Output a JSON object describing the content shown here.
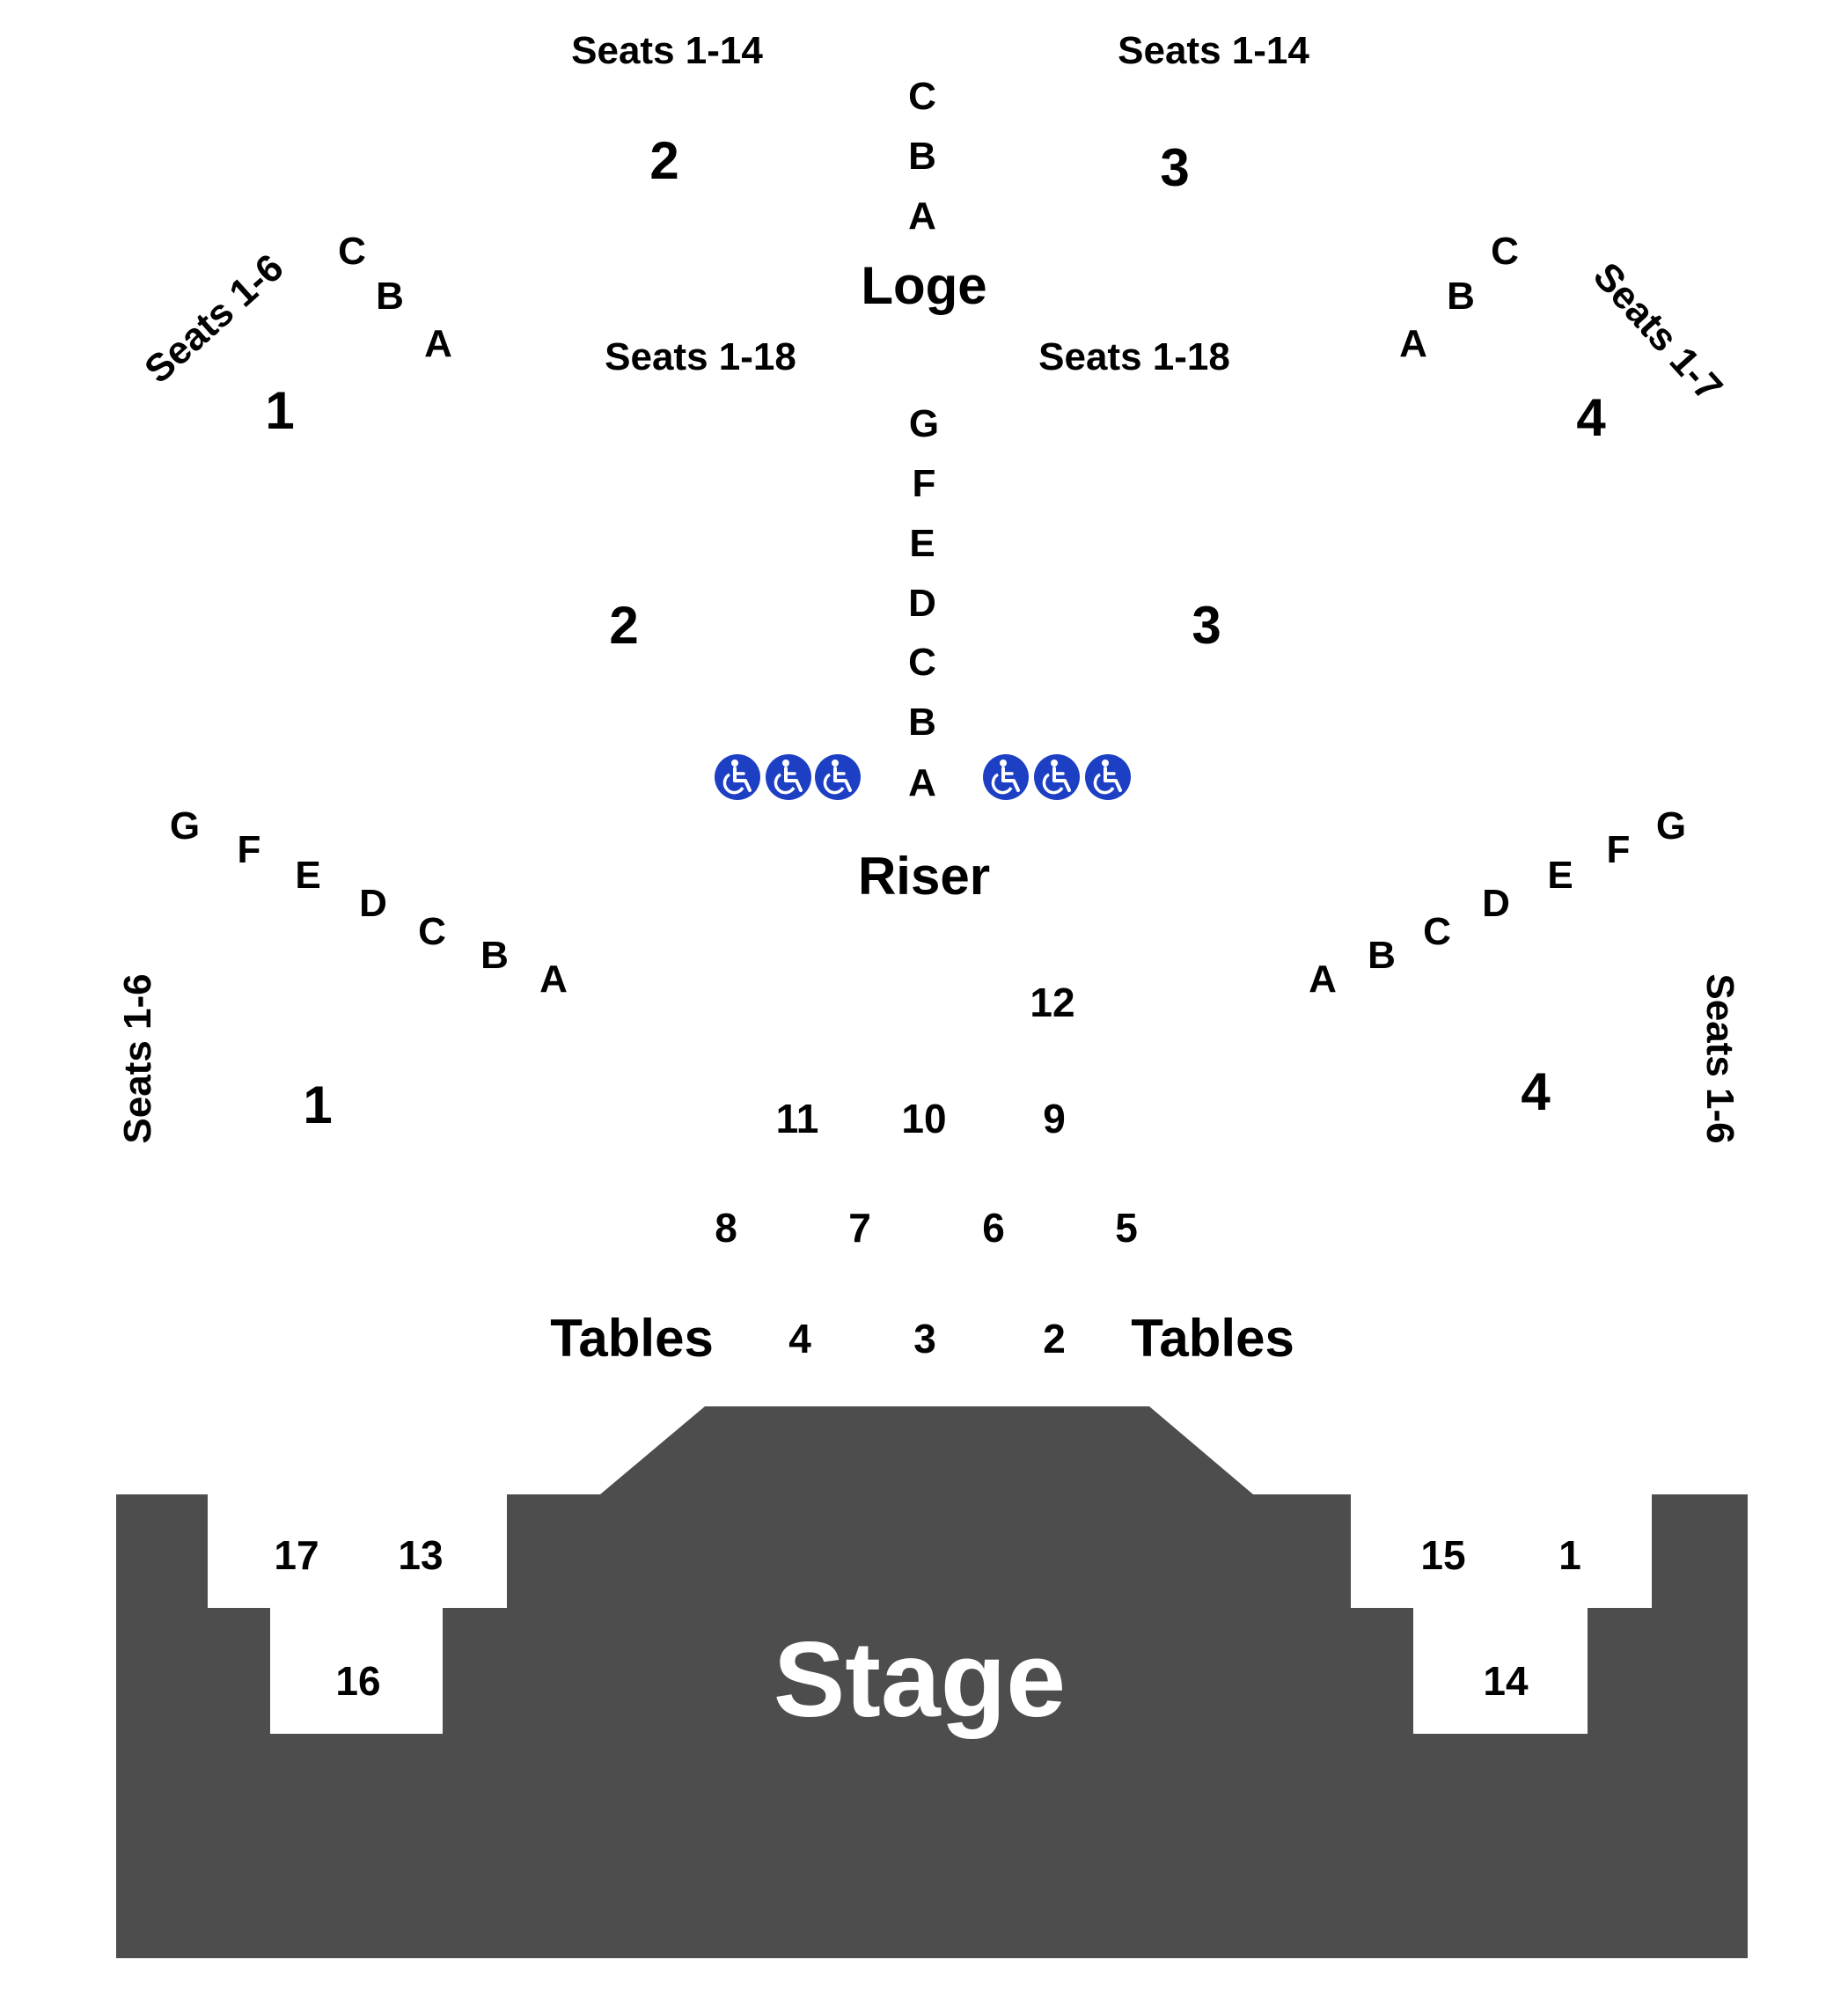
{
  "colors": {
    "background": "#ffffff",
    "stage": "#4d4d4d",
    "accessible": "#1c3fc4",
    "text": "#000000",
    "stage_text": "#ffffff"
  },
  "loge": {
    "title": "Loge",
    "rows": [
      "C",
      "B",
      "A"
    ],
    "left_seats": "Seats 1-14",
    "right_seats": "Seats 1-14",
    "left_section": "2",
    "right_section": "3",
    "wing_left": {
      "section": "1",
      "seats": "Seats 1-6",
      "rows": [
        "C",
        "B",
        "A"
      ]
    },
    "wing_right": {
      "section": "4",
      "seats": "Seats 1-7",
      "rows": [
        "C",
        "B",
        "A"
      ]
    }
  },
  "riser": {
    "title": "Riser",
    "rows": [
      "G",
      "F",
      "E",
      "D",
      "C",
      "B",
      "A"
    ],
    "left_seats": "Seats 1-18",
    "right_seats": "Seats 1-18",
    "left_section": "2",
    "right_section": "3",
    "accessible_icon": "wheelchair-icon",
    "accessible_left_count": 3,
    "accessible_right_count": 3
  },
  "side_left": {
    "section": "1",
    "seats": "Seats 1-6",
    "rows": [
      "G",
      "F",
      "E",
      "D",
      "C",
      "B",
      "A"
    ]
  },
  "side_right": {
    "section": "4",
    "seats": "Seats 1-6",
    "rows": [
      "A",
      "B",
      "C",
      "D",
      "E",
      "F",
      "G"
    ]
  },
  "tables": {
    "left_label": "Tables",
    "right_label": "Tables",
    "numbers": [
      "12",
      "11",
      "10",
      "9",
      "8",
      "7",
      "6",
      "5",
      "4",
      "3",
      "2"
    ]
  },
  "stage": {
    "label": "Stage",
    "left_boxes": [
      "17",
      "13",
      "16"
    ],
    "right_boxes": [
      "15",
      "1",
      "14"
    ]
  }
}
